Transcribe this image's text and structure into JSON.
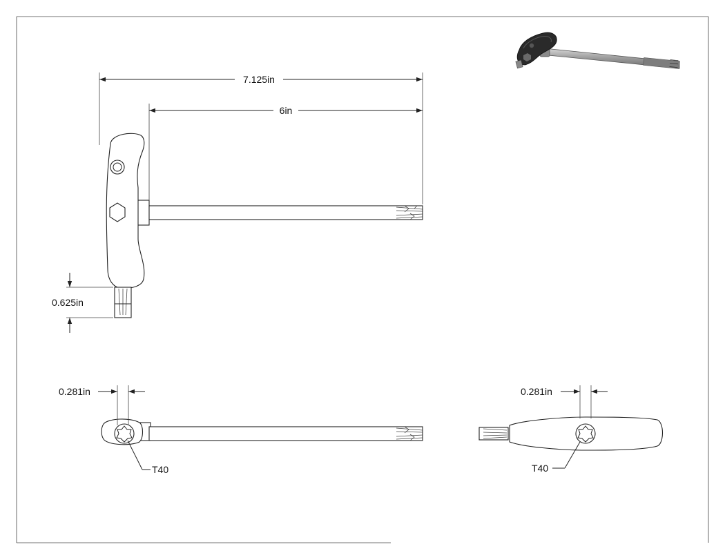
{
  "dimensions": {
    "overall_length": "7.125in",
    "shaft_length": "6in",
    "bit_length": "0.625in",
    "front_view_width": "0.281in",
    "side_view_width": "0.281in"
  },
  "callouts": {
    "front_tip": "T40",
    "side_tip": "T40"
  },
  "colors": {
    "line": "#222222",
    "background": "#ffffff",
    "iso_dark": "#2a2a2a",
    "iso_shaft": "#9a9a9a"
  }
}
